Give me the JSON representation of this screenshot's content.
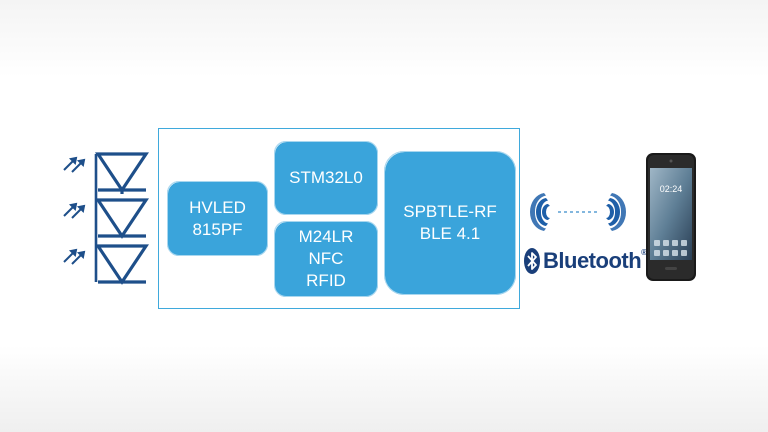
{
  "blocks": {
    "hvled": [
      "HVLED",
      "815PF"
    ],
    "stm32": "STM32L0",
    "m24lr": [
      "M24LR",
      "NFC",
      "RFID"
    ],
    "spbtle": [
      "SPBTLE-RF",
      "BLE 4.1"
    ]
  },
  "bluetooth": {
    "word": "Bluetooth",
    "reg": "®"
  },
  "phone": {
    "clock": "02:24"
  },
  "colors": {
    "block": "#3aa4db",
    "frame": "#3fa9dc",
    "led": "#1e4f8a",
    "bluetooth": "#1a3f7a"
  }
}
